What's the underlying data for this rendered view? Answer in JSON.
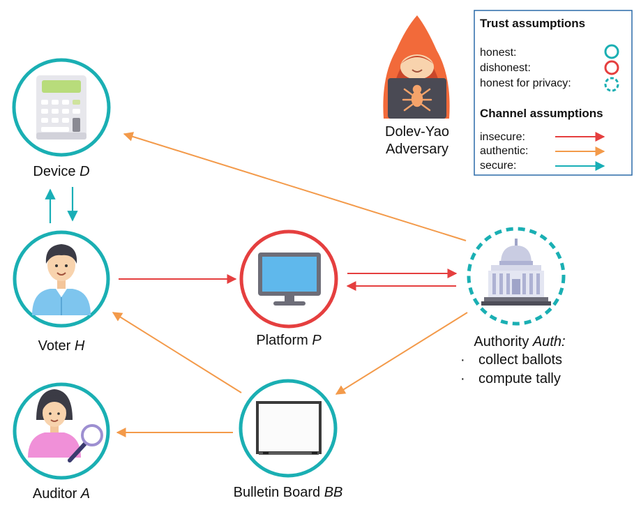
{
  "colors": {
    "honest": "#1aafb3",
    "dishonest": "#e53f3f",
    "insecure": "#e53f3f",
    "authentic": "#f39a4a",
    "secure": "#18aeb6"
  },
  "nodes": {
    "device": {
      "name": "Device ",
      "var": "D",
      "icon": "calculator-icon",
      "trust": "honest"
    },
    "voter": {
      "name": "Voter ",
      "var": "H",
      "icon": "voter-person-icon",
      "trust": "honest"
    },
    "platform": {
      "name": "Platform ",
      "var": "P",
      "icon": "monitor-icon",
      "trust": "dishonest"
    },
    "authority": {
      "name": "Authority ",
      "var": "Auth",
      "suffix": ":",
      "icon": "capitol-building-icon",
      "trust": "honest for privacy",
      "tasks": [
        "collect ballots",
        "compute tally"
      ],
      "bullet": "·"
    },
    "auditor": {
      "name": "Auditor ",
      "var": "A",
      "icon": "auditor-person-icon",
      "trust": "honest"
    },
    "bulletin": {
      "name": "Bulletin Board ",
      "var": "BB",
      "icon": "whiteboard-icon",
      "trust": "honest"
    }
  },
  "adversary": {
    "line1": "Dolev-Yao",
    "line2": "Adversary",
    "icon": "hooded-hacker-icon"
  },
  "legend": {
    "trust_title": "Trust assumptions",
    "trust_items": [
      {
        "label": "honest:",
        "style": "honest"
      },
      {
        "label": "dishonest:",
        "style": "dishonest"
      },
      {
        "label": "honest for privacy:",
        "style": "honest-dashed"
      }
    ],
    "channel_title": "Channel assumptions",
    "channel_items": [
      {
        "label": "insecure:",
        "style": "insecure"
      },
      {
        "label": "authentic:",
        "style": "authentic"
      },
      {
        "label": "secure:",
        "style": "secure"
      }
    ]
  },
  "edges": [
    {
      "from": "authority",
      "to": "device",
      "channel": "authentic"
    },
    {
      "from": "voter",
      "to": "device",
      "channel": "secure"
    },
    {
      "from": "device",
      "to": "voter",
      "channel": "secure"
    },
    {
      "from": "voter",
      "to": "platform",
      "channel": "insecure"
    },
    {
      "from": "platform",
      "to": "authority",
      "channel": "insecure"
    },
    {
      "from": "authority",
      "to": "platform",
      "channel": "insecure"
    },
    {
      "from": "authority",
      "to": "bulletin",
      "channel": "authentic"
    },
    {
      "from": "bulletin",
      "to": "voter",
      "channel": "authentic"
    },
    {
      "from": "bulletin",
      "to": "auditor",
      "channel": "authentic"
    }
  ]
}
